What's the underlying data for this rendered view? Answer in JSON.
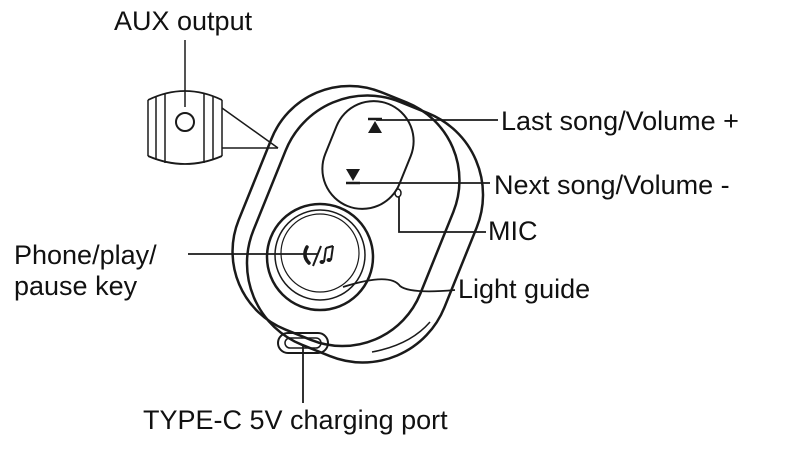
{
  "labels": {
    "aux_output": "AUX output",
    "last_song": "Last song/Volume +",
    "next_song": "Next song/Volume -",
    "mic": "MIC",
    "phone_key_line1": "Phone/play/",
    "phone_key_line2": "pause key",
    "light_guide": "Light guide",
    "typec_port": "TYPE-C 5V charging port"
  },
  "icons": {
    "volume_up": "up-arrow-bar-icon",
    "volume_down": "down-arrow-bar-icon",
    "phone_music": "phone-music-note-icon"
  },
  "colors": {
    "line": "#1a1a1a",
    "background": "#ffffff"
  }
}
